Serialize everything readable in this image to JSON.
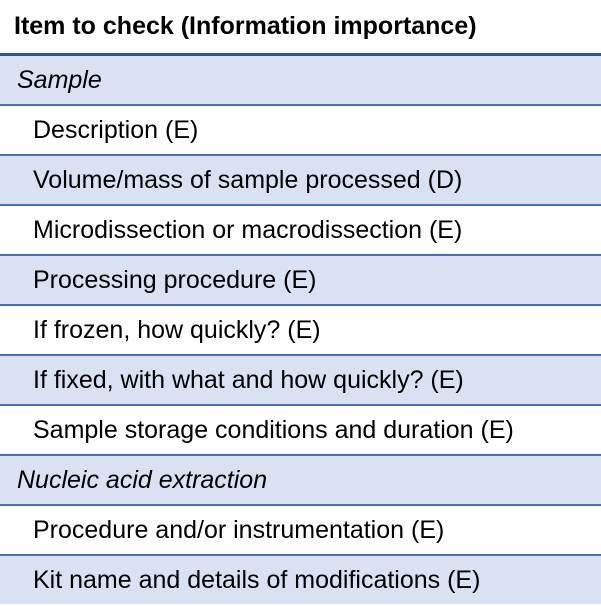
{
  "header": "Item to check (Information importance)",
  "sections": [
    {
      "title": "Sample",
      "items": [
        "Description (E)",
        "Volume/mass of sample processed (D)",
        "Microdissection or macrodissection (E)",
        "Processing procedure (E)",
        "If frozen, how quickly? (E)",
        "If fixed, with what and how quickly? (E)",
        "Sample storage conditions and duration (E)"
      ]
    },
    {
      "title": "Nucleic acid extraction",
      "items": [
        "Procedure and/or instrumentation (E)",
        "Kit name and details of modifications (E)"
      ]
    }
  ]
}
